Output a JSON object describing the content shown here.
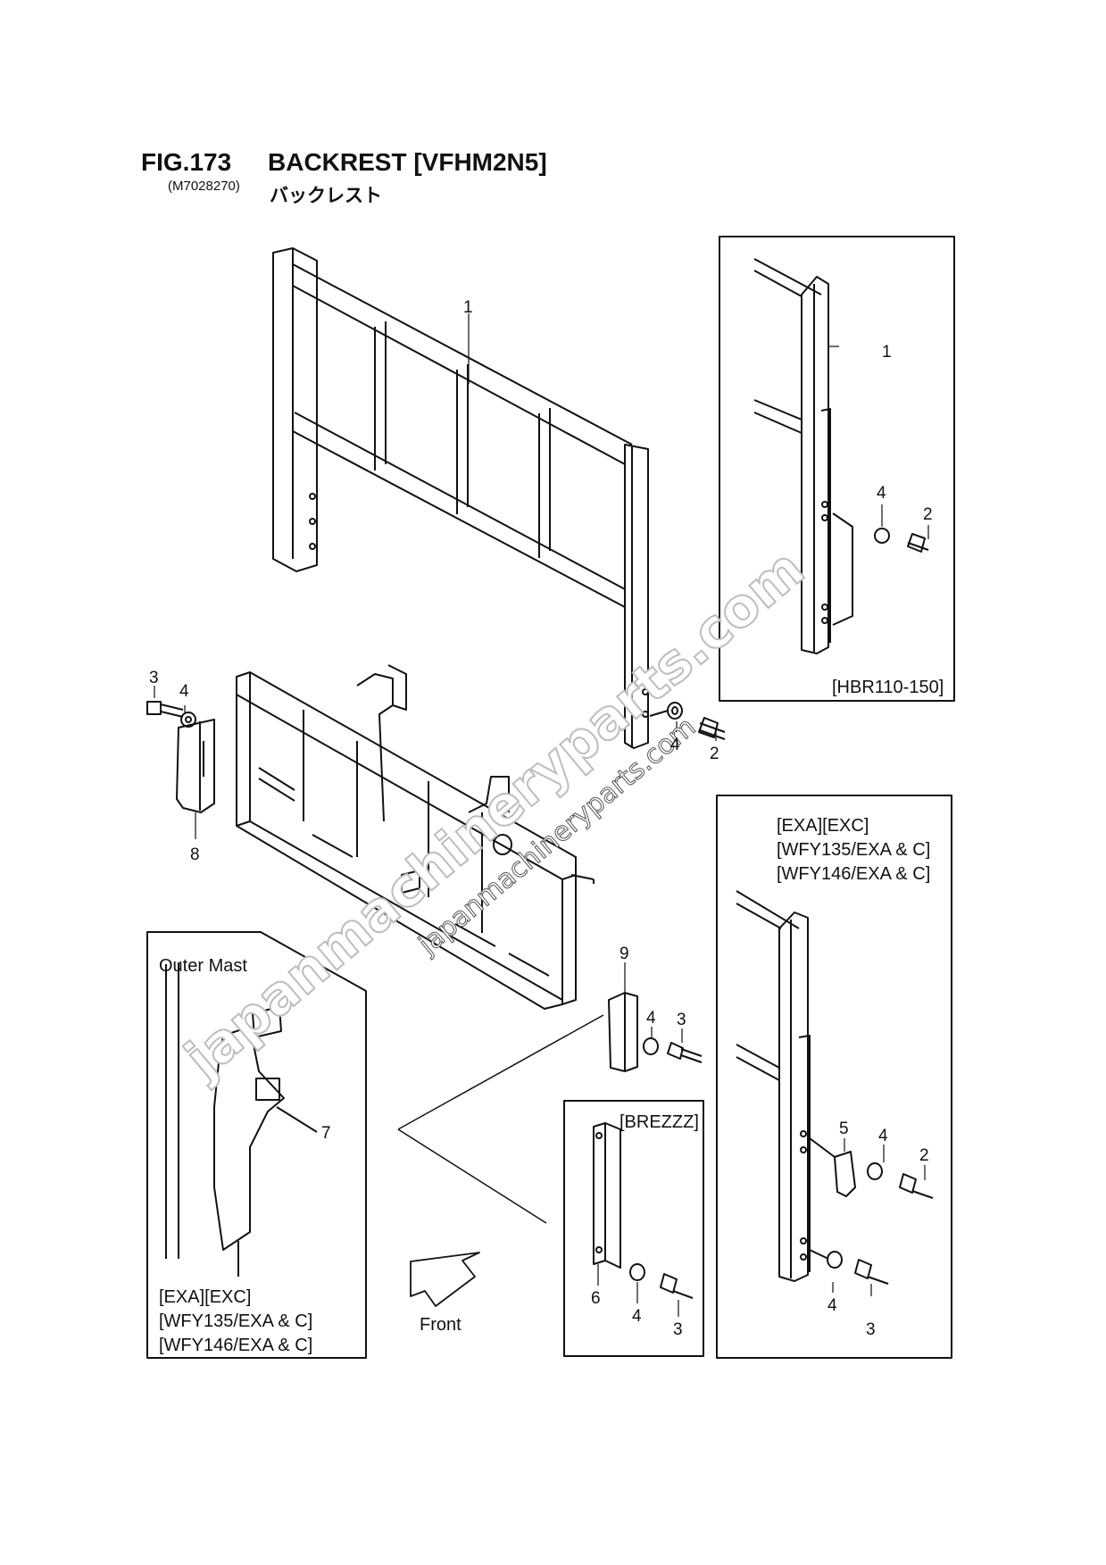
{
  "header": {
    "fig_label": "FIG.173",
    "title": "BACKREST [VFHM2N5]",
    "code": "(M7028270)",
    "title_jp": "バックレスト"
  },
  "insets": {
    "hbr": {
      "label": "[HBR110-150]"
    },
    "exa_right": {
      "lines": [
        "[EXA][EXC]",
        "[WFY135/EXA & C]",
        "[WFY146/EXA & C]"
      ]
    },
    "brezzz": {
      "label": "[BREZZZ]"
    },
    "outer_mast": {
      "title": "Outer Mast",
      "lines": [
        "[EXA][EXC]",
        "[WFY135/EXA & C]",
        "[WFY146/EXA & C]"
      ]
    }
  },
  "direction_label": "Front",
  "callouts": {
    "main_backrest": "1",
    "main_bolt_right": "2",
    "main_washer_right": "4",
    "left_bolt": "3",
    "left_washer": "4",
    "left_bracket": "8",
    "bracket_9": "9",
    "b9_washer": "4",
    "b9_bolt": "3",
    "hbr_part": "1",
    "hbr_washer": "4",
    "hbr_bolt": "2",
    "exa_bracket": "5",
    "exa_washer_top": "4",
    "exa_bolt_top": "2",
    "exa_washer_bot": "4",
    "exa_bolt_bot": "3",
    "brezzz_bar": "6",
    "brezzz_washer": "4",
    "brezzz_bolt": "3",
    "outer_mast_part": "7"
  },
  "watermarks": [
    "japanmachineryparts.com",
    "japanmachineryparts.com"
  ]
}
